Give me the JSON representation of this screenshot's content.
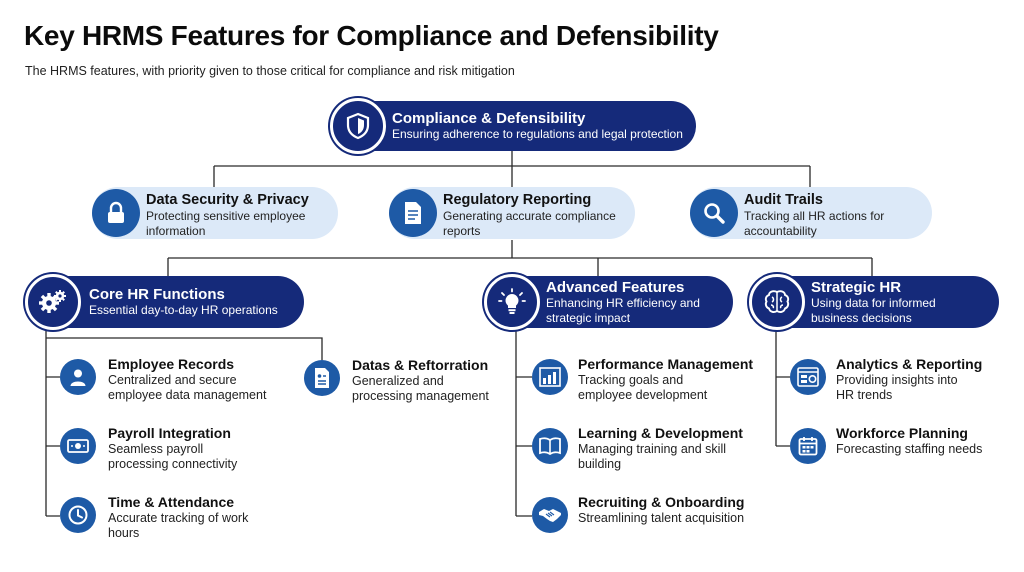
{
  "title": "Key HRMS Features for Compliance and Defensibility",
  "subtitle": "The HRMS features, with priority given to those critical for compliance and risk mitigation",
  "root": {
    "label": "Compliance & Defensibility",
    "desc": "Ensuring adherence to regulations and legal protection",
    "icon": "shield-icon"
  },
  "pillars": [
    {
      "label": "Data Security & Privacy",
      "desc": "Protecting sensitive employee information",
      "icon": "lock-icon"
    },
    {
      "label": "Regulatory Reporting",
      "desc": "Generating accurate compliance reports",
      "icon": "document-icon"
    },
    {
      "label": "Audit Trails",
      "desc": "Tracking all HR actions for accountability",
      "icon": "magnifier-icon"
    }
  ],
  "categories": [
    {
      "label": "Core HR Functions",
      "desc": "Essential day-to-day HR operations",
      "icon": "gears-icon",
      "items": [
        {
          "label": "Employee Records",
          "desc": "Centralized and secure employee data management",
          "icon": "person-icon"
        },
        {
          "label": "Payroll Integration",
          "desc": "Seamless payroll processing connectivity",
          "icon": "money-icon"
        },
        {
          "label": "Time & Attendance",
          "desc": "Accurate tracking of work hours",
          "icon": "clock-icon"
        },
        {
          "label": "Datas & Reftorration",
          "desc": "Generalized and processing management",
          "icon": "form-icon"
        }
      ]
    },
    {
      "label": "Advanced Features",
      "desc": "Enhancing HR efficiency and strategic impact",
      "icon": "lightbulb-icon",
      "items": [
        {
          "label": "Performance Management",
          "desc": "Tracking goals and employee development",
          "icon": "bar-chart-icon"
        },
        {
          "label": "Learning & Development",
          "desc": "Managing training and skill building",
          "icon": "book-icon"
        },
        {
          "label": "Recruiting & Onboarding",
          "desc": "Streamlining talent acquisition",
          "icon": "handshake-icon"
        }
      ]
    },
    {
      "label": "Strategic HR",
      "desc": "Using data for informed business decisions",
      "icon": "brain-icon",
      "items": [
        {
          "label": "Analytics & Reporting",
          "desc": "Providing insights into HR trends",
          "icon": "dashboard-icon"
        },
        {
          "label": "Workforce Planning",
          "desc": "Forecasting staffing needs",
          "icon": "calendar-icon"
        }
      ]
    }
  ],
  "colors": {
    "dark": "#152a7a",
    "medium": "#1e5aa6",
    "light": "#dce9f8"
  }
}
